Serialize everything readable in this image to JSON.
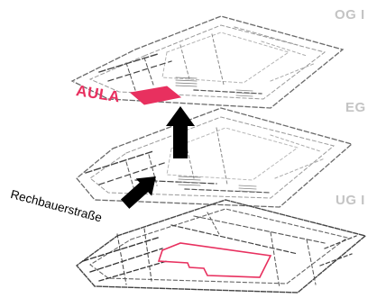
{
  "floors": {
    "upper": {
      "label": "OG I"
    },
    "ground": {
      "label": "EG"
    },
    "basement": {
      "label": "UG I"
    }
  },
  "aula": {
    "label": "AULA",
    "color": "#e8305f"
  },
  "street": {
    "label": "Rechbauerstraße"
  },
  "colors": {
    "floor_label": "#c4c4c4",
    "plan_lines": "#333333",
    "plan_lines_light": "#b0b0b0",
    "arrow": "#000000",
    "highlight": "#e8305f"
  }
}
